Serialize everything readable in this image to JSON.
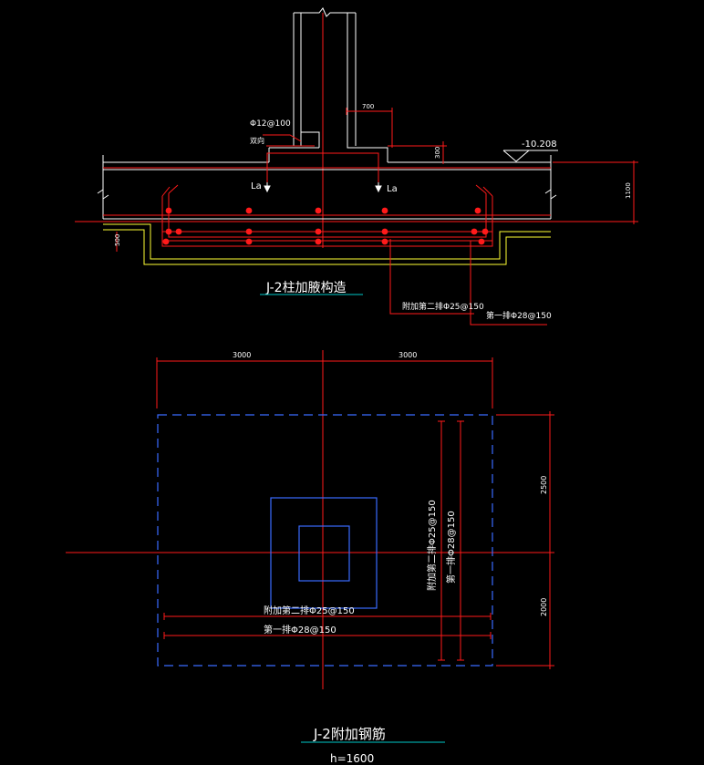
{
  "section": {
    "title": "J-2柱加腋构造",
    "rebar_top": "Φ12@100",
    "rebar_side": "双向",
    "dim_700": "700",
    "dim_300": "300",
    "elevation": "-10.208",
    "dim_1100": "1100",
    "dim_500": "500",
    "anchor_left": "La",
    "anchor_right": "La",
    "leader_second": "附加第二排Φ25@150",
    "leader_first": "第一排Φ28@150"
  },
  "plan": {
    "title": "J-2附加钢筋",
    "subtitle": "h=1600",
    "dim_top_left": "3000",
    "dim_top_right": "3000",
    "dim_right_top": "2500",
    "dim_right_bottom": "2000",
    "label_h_second": "附加第二排Φ25@150",
    "label_h_first": "第一排Φ28@150",
    "label_v_second": "附加第二排Φ25@150",
    "label_v_first": "第一排Φ28@150"
  },
  "colors": {
    "background": "#000000",
    "white": "#ffffff",
    "red": "#ff1a1a",
    "yellow": "#ffff33",
    "blue": "#3a6bff",
    "cyan": "#00c8c8"
  }
}
